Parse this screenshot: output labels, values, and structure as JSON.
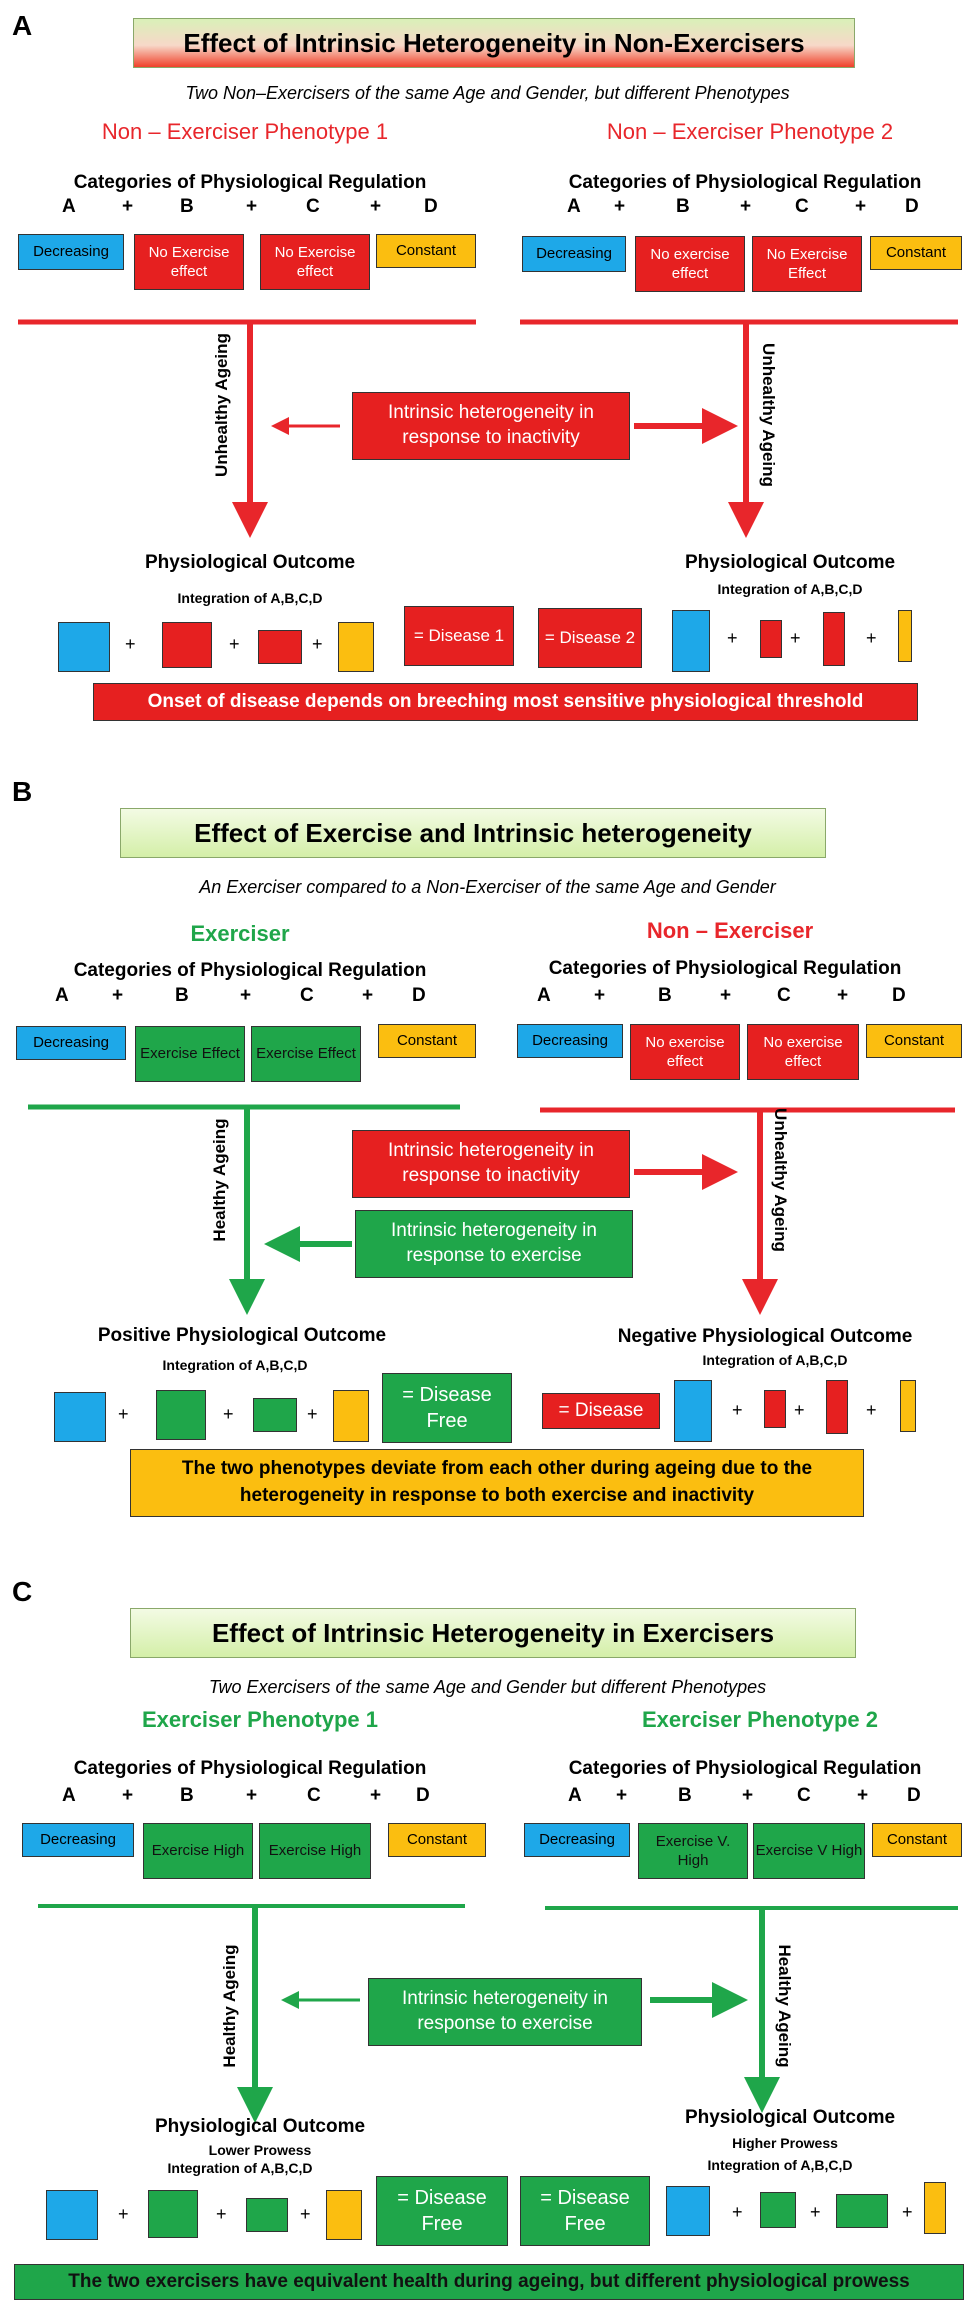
{
  "panels": {
    "a": {
      "label": "A",
      "title": "Effect of Intrinsic Heterogeneity in Non-Exercisers",
      "subtitle": "Two Non–Exercisers of the same Age and Gender, but different Phenotypes",
      "left": {
        "phenotype": "Non – Exerciser Phenotype 1",
        "categories_title": "Categories of Physiological Regulation",
        "boxes": [
          "Decreasing",
          "No Exercise effect",
          "No Exercise effect",
          "Constant"
        ],
        "ageing": "Unhealthy Ageing",
        "outcome": "Physiological Outcome",
        "integration": "Integration of A,B,C,D",
        "disease": "= Disease 1"
      },
      "right": {
        "phenotype": "Non – Exerciser Phenotype 2",
        "categories_title": "Categories of Physiological Regulation",
        "boxes": [
          "Decreasing",
          "No exercise effect",
          "No Exercise Effect",
          "Constant"
        ],
        "ageing": "Unhealthy Ageing",
        "outcome": "Physiological Outcome",
        "integration": "Integration of A,B,C,D",
        "disease": "= Disease 2"
      },
      "center_box": "Intrinsic heterogeneity in response to inactivity",
      "banner": "Onset of disease depends on breeching most sensitive physiological threshold"
    },
    "b": {
      "label": "B",
      "title": "Effect of Exercise and Intrinsic heterogeneity",
      "subtitle": "An Exerciser compared to a Non-Exerciser of the same Age and Gender",
      "left": {
        "phenotype": "Exerciser",
        "categories_title": "Categories of Physiological Regulation",
        "boxes": [
          "Decreasing",
          "Exercise Effect",
          "Exercise Effect",
          "Constant"
        ],
        "ageing": "Healthy Ageing",
        "outcome": "Positive Physiological Outcome",
        "integration": "Integration of A,B,C,D",
        "disease": "= Disease Free"
      },
      "right": {
        "phenotype": "Non – Exerciser",
        "categories_title": "Categories of Physiological Regulation",
        "boxes": [
          "Decreasing",
          "No exercise effect",
          "No exercise effect",
          "Constant"
        ],
        "ageing": "Unhealthy Ageing",
        "outcome": "Negative Physiological Outcome",
        "integration": "Integration of A,B,C,D",
        "disease": "= Disease"
      },
      "center_box_red": "Intrinsic heterogeneity in response to inactivity",
      "center_box_green": "Intrinsic heterogeneity in response to exercise",
      "banner": "The two phenotypes deviate from each other during ageing due to the heterogeneity in response to both exercise and inactivity"
    },
    "c": {
      "label": "C",
      "title": "Effect of Intrinsic Heterogeneity in  Exercisers",
      "subtitle": "Two Exercisers of the same Age and Gender but different Phenotypes",
      "left": {
        "phenotype": "Exerciser Phenotype 1",
        "categories_title": "Categories of Physiological Regulation",
        "boxes": [
          "Decreasing",
          "Exercise High",
          "Exercise High",
          "Constant"
        ],
        "ageing": "Healthy Ageing",
        "outcome": "Physiological Outcome",
        "prowess": "Lower Prowess",
        "integration": "Integration of A,B,C,D",
        "disease": "= Disease Free"
      },
      "right": {
        "phenotype": "Exerciser Phenotype 2",
        "categories_title": "Categories of Physiological Regulation",
        "boxes": [
          "Decreasing",
          "Exercise V. High",
          "Exercise V High",
          "Constant"
        ],
        "ageing": "Healthy Ageing",
        "outcome": "Physiological Outcome",
        "prowess": "Higher Prowess",
        "integration": "Integration of A,B,C,D",
        "disease": "= Disease Free"
      },
      "center_box": "Intrinsic heterogeneity in response to exercise",
      "banner": "The two exercisers have equivalent health during ageing, but different physiological prowess"
    }
  },
  "letters": [
    "A",
    "B",
    "C",
    "D"
  ],
  "plus": "+",
  "colors": {
    "blue": "#1ea8e8",
    "red": "#e62020",
    "green": "#1fa64a",
    "gold": "#fbbe10",
    "red_line": "#e8262b",
    "green_line": "#1fa64a"
  }
}
